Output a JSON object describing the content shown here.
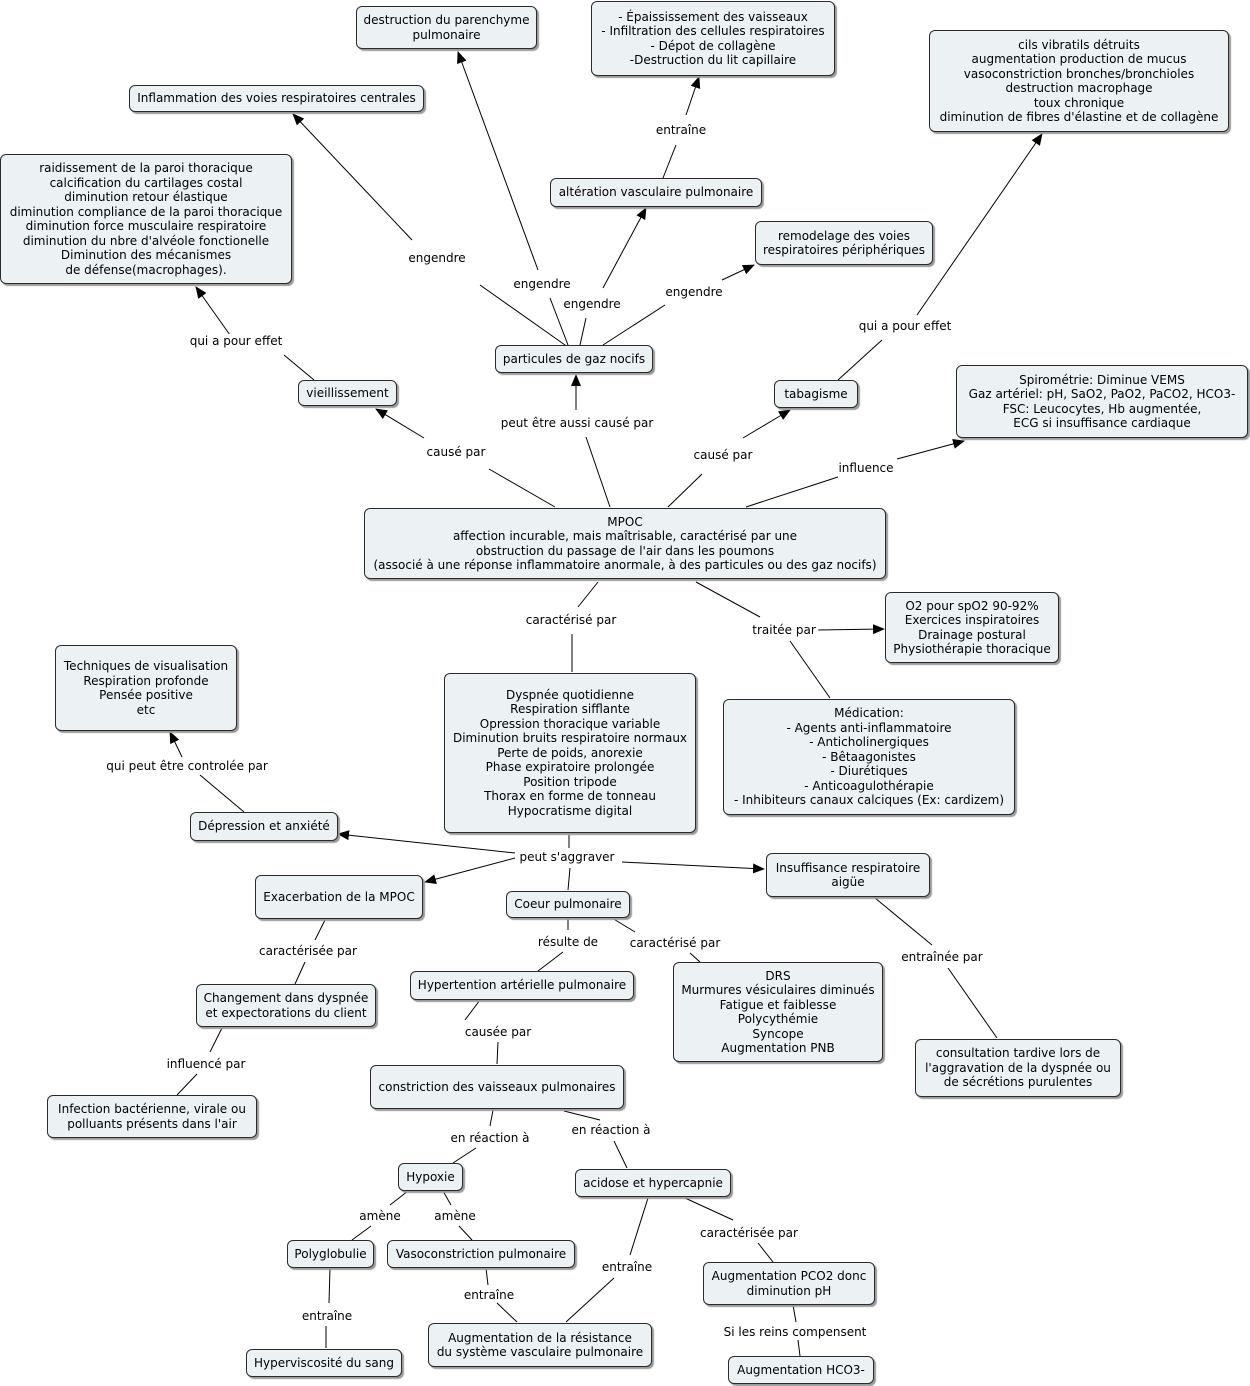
{
  "nodes": {
    "mpoc": "MPOC\naffection incurable, mais maîtrisable, caractérisé par une\nobstruction du passage de l'air dans les poumons\n(associé à une réponse inflammatoire anormale, à des particules ou des gaz nocifs)",
    "particules": "particules de gaz nocifs",
    "vieillissement": "vieillissement",
    "tabagisme": "tabagisme",
    "spirometrie": "Spirométrie: Diminue VEMS\nGaz artériel: pH, SaO2, PaO2, PaCO2, HCO3-\nFSC: Leucocytes, Hb augmentée,\nECG si insuffisance cardiaque",
    "destruction_parenchyme": "destruction du parenchyme\npulmonaire",
    "epaississement": "- Épaississement des vaisseaux\n- Infiltration des cellules respiratoires\n- Dépot de collagène\n-Destruction du lit capillaire",
    "cils": "cils vibratils détruits\naugmentation production de mucus\nvasoconstriction bronches/bronchioles\ndestruction macrophage\ntoux chronique\ndiminution de fibres d'élastine et de collagène",
    "inflammation": "Inflammation des voies respiratoires centrales",
    "raidissement": "raidissement de la paroi thoracique\ncalcification du cartilages costal\ndiminution retour élastique\ndiminution compliance de la paroi thoracique\ndiminution force musculaire respiratoire\ndiminution du nbre d'alvéole fonctionelle\nDiminution des mécanismes\nde défense(macrophages).",
    "alteration": "altération vasculaire pulmonaire",
    "remodelage": "remodelage des voies\nrespiratoires périphériques",
    "o2": "O2 pour spO2 90-92%\nExercices inspiratoires\nDrainage postural\nPhysiothérapie thoracique",
    "medication": "Médication:\n- Agents anti-inflammatoire\n- Anticholinergiques\n- Bêtaagonistes\n- Diurétiques\n- Anticoagulothérapie\n- Inhibiteurs canaux calciques (Ex: cardizem)",
    "symptomes": "Dyspnée quotidienne\nRespiration sifflante\nOpression thoracique variable\nDiminution bruits respiratoire normaux\nPerte de poids, anorexie\nPhase expiratoire prolongée\nPosition tripode\nThorax en forme de tonneau\nHypocratisme digital",
    "techniques": "Techniques de visualisation\nRespiration profonde\nPensée positive\netc",
    "depression": "Dépression et anxiété",
    "exacerbation": "Exacerbation de la MPOC",
    "coeur": "Coeur pulmonaire",
    "insuffisance": "Insuffisance respiratoire\naigüe",
    "changement": "Changement dans dyspnée\net expectorations du client",
    "infection": "Infection bactérienne, virale ou\npolluants présents dans l'air",
    "hypertension": "Hypertention artérielle pulmonaire",
    "drs": "DRS\nMurmures vésiculaires diminués\nFatigue et faiblesse\nPolycythémie\nSyncope\nAugmentation PNB",
    "consultation": "consultation tardive lors de\nl'aggravation de la dyspnée ou\nde sécrétions purulentes",
    "constriction": "constriction des vaisseaux pulmonaires",
    "hypoxie": "Hypoxie",
    "acidose": "acidose et hypercapnie",
    "polyglobulie": "Polyglobulie",
    "vasoconstriction": "Vasoconstriction pulmonaire",
    "augmentation_pco2": "Augmentation PCO2 donc\ndiminution pH",
    "hyperviscosite": "Hyperviscosité du sang",
    "resistance": "Augmentation de la résistance\ndu système vasculaire pulmonaire",
    "hco3": "Augmentation HCO3-"
  },
  "labels": {
    "cause_par_1": "causé par",
    "peut_etre_aussi": "peut être aussi causé par",
    "cause_par_2": "causé par",
    "influence": "influence",
    "qui_a_pour_effet_1": "qui a pour effet",
    "qui_a_pour_effet_2": "qui a pour effet",
    "engendre_1": "engendre",
    "engendre_2": "engendre",
    "engendre_3": "engendre",
    "engendre_4": "engendre",
    "entraine_1": "entraîne",
    "caracterise_par_1": "caractérisé par",
    "traitee_par": "traitée par",
    "qui_peut_etre": "qui peut être controlée par",
    "peut_s_aggraver": "peut s'aggraver",
    "caracterisee_par_1": "caractérisée par",
    "influence_par": "influencé par",
    "resulte_de": "résulte de",
    "caracterise_par_2": "caractérisé par",
    "entrainee_par": "entraînée par",
    "causee_par": "causée par",
    "en_reaction_1": "en réaction à",
    "en_reaction_2": "en réaction à",
    "amene_1": "amène",
    "amene_2": "amène",
    "entraine_2": "entraîne",
    "entraine_3": "entraîne",
    "entraine_4": "entraîne",
    "caracterisee_par_2": "caractérisée par",
    "si_les_reins": "Si les reins compensent"
  }
}
